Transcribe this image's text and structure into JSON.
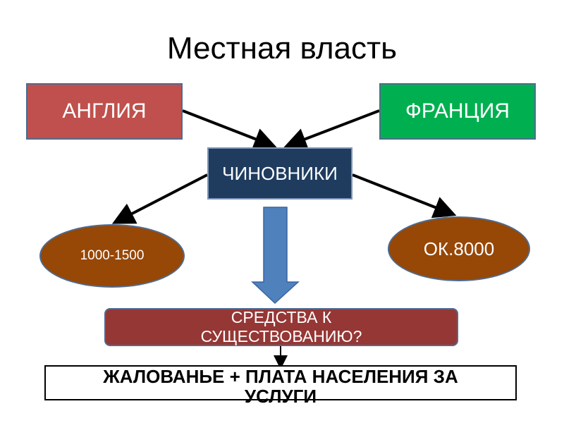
{
  "title": "Местная власть",
  "nodes": {
    "england": {
      "label": "АНГЛИЯ",
      "color": "#c0504d"
    },
    "france": {
      "label": "ФРАНЦИЯ",
      "color": "#00b050"
    },
    "officials": {
      "label": "ЧИНОВНИКИ",
      "color": "#1f3c5f"
    },
    "england_count": {
      "label": "1000-1500",
      "color": "#974706"
    },
    "france_count": {
      "label": "ОК.8000",
      "color": "#974706"
    },
    "means": {
      "line1": "СРЕДСТВА К",
      "line2": "СУЩЕСТВОВАНИЮ?",
      "color": "#953735"
    },
    "answer": {
      "line1": "ЖАЛОВАНЬЕ + ПЛАТА НАСЕЛЕНИЯ ЗА",
      "line2": "УСЛУГИ"
    }
  },
  "edges": [
    {
      "from": "england",
      "to": "officials",
      "style": "arrow"
    },
    {
      "from": "france",
      "to": "officials",
      "style": "arrow"
    },
    {
      "from": "officials",
      "to": "england_count",
      "style": "arrow"
    },
    {
      "from": "officials",
      "to": "france_count",
      "style": "arrow"
    },
    {
      "from": "officials",
      "to": "means",
      "style": "block-arrow",
      "color": "#4f81bd"
    },
    {
      "from": "means",
      "to": "answer",
      "style": "arrow"
    }
  ]
}
